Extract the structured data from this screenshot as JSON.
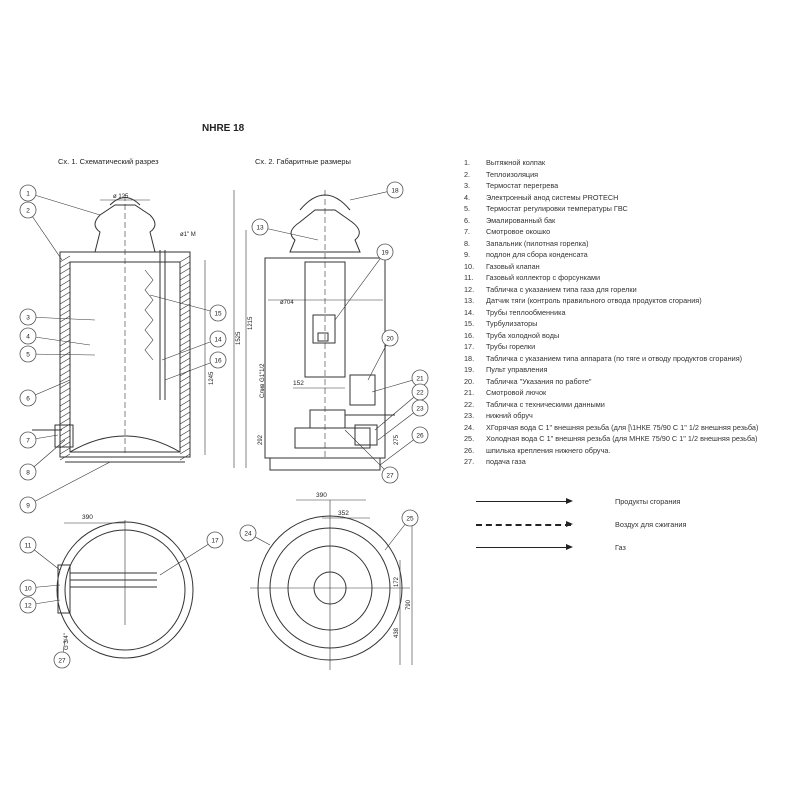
{
  "title": "NHRE 18",
  "fig1_caption": "Сх. 1. Схематический разрез",
  "fig2_caption": "Сх. 2. Габаритные размеры",
  "legend": [
    {
      "n": "1.",
      "text": "Вытяжной колпак"
    },
    {
      "n": "2.",
      "text": "Теплоизоляция"
    },
    {
      "n": "3.",
      "text": "Термостат перегрева"
    },
    {
      "n": "4.",
      "text": "Электронный анод системы PROTECH"
    },
    {
      "n": "5.",
      "text": "Термостат регулировки температуры ГВС"
    },
    {
      "n": "6.",
      "text": "Эмалированный бак"
    },
    {
      "n": "7.",
      "text": "Смотровое окошко"
    },
    {
      "n": "8.",
      "text": "Запальник (пилотная горелка)"
    },
    {
      "n": "9.",
      "text": "подлон для сбора конденсата"
    },
    {
      "n": "10.",
      "text": "Газовый клапан"
    },
    {
      "n": "11.",
      "text": "Газовый коллектор с форсунками"
    },
    {
      "n": "12.",
      "text": "Табличка с указанием типа газа для горелки"
    },
    {
      "n": "13.",
      "text": "Датчик тяги (контроль правильного отвода продуктов сгорания)"
    },
    {
      "n": "14.",
      "text": "Трубы теплообменника"
    },
    {
      "n": "15.",
      "text": "Турбулизаторы"
    },
    {
      "n": "16.",
      "text": "Труба холодной воды"
    },
    {
      "n": "17.",
      "text": "Трубы горелки"
    },
    {
      "n": "18.",
      "text": "Табличка с указанием типа аппарата (по тяге и отводу продуктов сгорания)"
    },
    {
      "n": "19.",
      "text": "Пульт управления"
    },
    {
      "n": "20.",
      "text": "Табличка \"Указания по работе\""
    },
    {
      "n": "21.",
      "text": "Смотровой лючок"
    },
    {
      "n": "22.",
      "text": "Табличка с техническими данными"
    },
    {
      "n": "23.",
      "text": "нижний обруч"
    },
    {
      "n": "24.",
      "text": "ХГорячая вода С 1\" внешняя резьба (для [\\1НКЕ 75/90 С 1\" 1/2 внешняя резьба)"
    },
    {
      "n": "25.",
      "text": "Холодная вода С 1\" внешняя резьба (для МНКЕ 75/90 С 1\" 1/2 внешняя резьба)"
    },
    {
      "n": "26.",
      "text": "шпилька крепления нижнего обруча."
    },
    {
      "n": "27.",
      "text": "подача газа"
    }
  ],
  "flow_legend": [
    {
      "style": "solid",
      "text": "Продукты сгорания"
    },
    {
      "style": "dashed",
      "text": "Воздух для сжигания"
    },
    {
      "style": "solid",
      "text": "Газ"
    }
  ],
  "callouts": {
    "fig1": [
      "1",
      "2",
      "3",
      "4",
      "5",
      "6",
      "7",
      "8",
      "9",
      "15",
      "14",
      "16"
    ],
    "fig2": [
      "18",
      "13",
      "19",
      "20",
      "21",
      "22",
      "23",
      "26",
      "27"
    ],
    "fig3": [
      "11",
      "10",
      "12",
      "27",
      "17"
    ],
    "fig4": [
      "24",
      "25"
    ]
  },
  "dimensions": {
    "d125": "ø 125",
    "d1m": "ø1\" M",
    "h1245": "1245",
    "d704": "ø704",
    "h1215": "1215",
    "h1525": "1525",
    "w152": "152",
    "h292": "292",
    "h275": "275",
    "drain": "Слив G1\"1/2",
    "w390a": "390",
    "g34": "G 3/4\"",
    "w390b": "390",
    "w352": "352",
    "h172": "172",
    "h790": "790",
    "h438": "438"
  }
}
